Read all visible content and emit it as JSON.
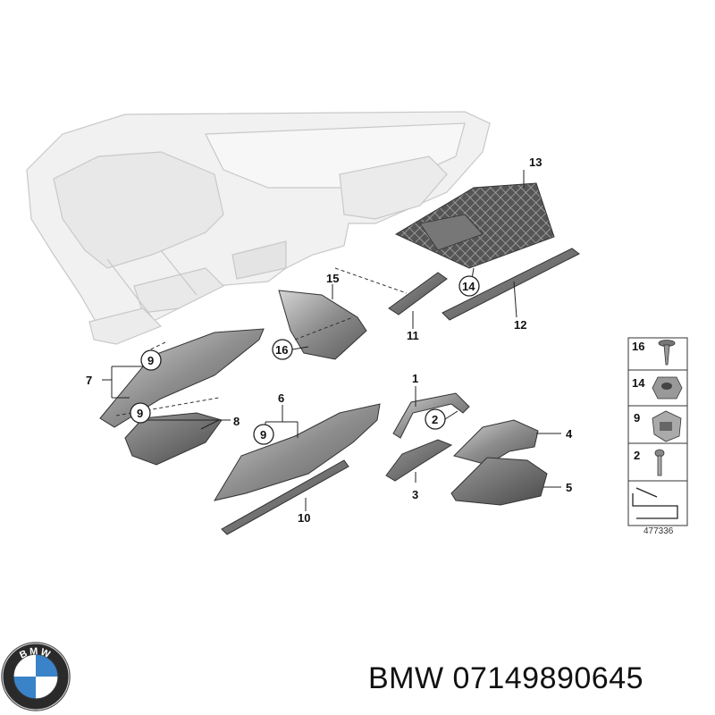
{
  "callouts": {
    "c1": "1",
    "c2": "2",
    "c3": "3",
    "c4": "4",
    "c5": "5",
    "c6": "6",
    "c7": "7",
    "c8": "8",
    "c9a": "9",
    "c9b": "9",
    "c9c": "9",
    "c10": "10",
    "c11": "11",
    "c12": "12",
    "c13": "13",
    "c14": "14",
    "c15": "15",
    "c16": "16"
  },
  "legend": {
    "items": [
      {
        "label": "16",
        "icon": "screw-icon"
      },
      {
        "label": "14",
        "icon": "hex-nut-icon"
      },
      {
        "label": "9",
        "icon": "spring-nut-icon"
      },
      {
        "label": "2",
        "icon": "bolt-icon"
      }
    ],
    "arrow_icon": "direction-arrow-icon",
    "ref_number": "477336"
  },
  "logo": {
    "brand": "BMW",
    "icon": "bmw-roundel-icon"
  },
  "caption": "BMW 07149890645"
}
